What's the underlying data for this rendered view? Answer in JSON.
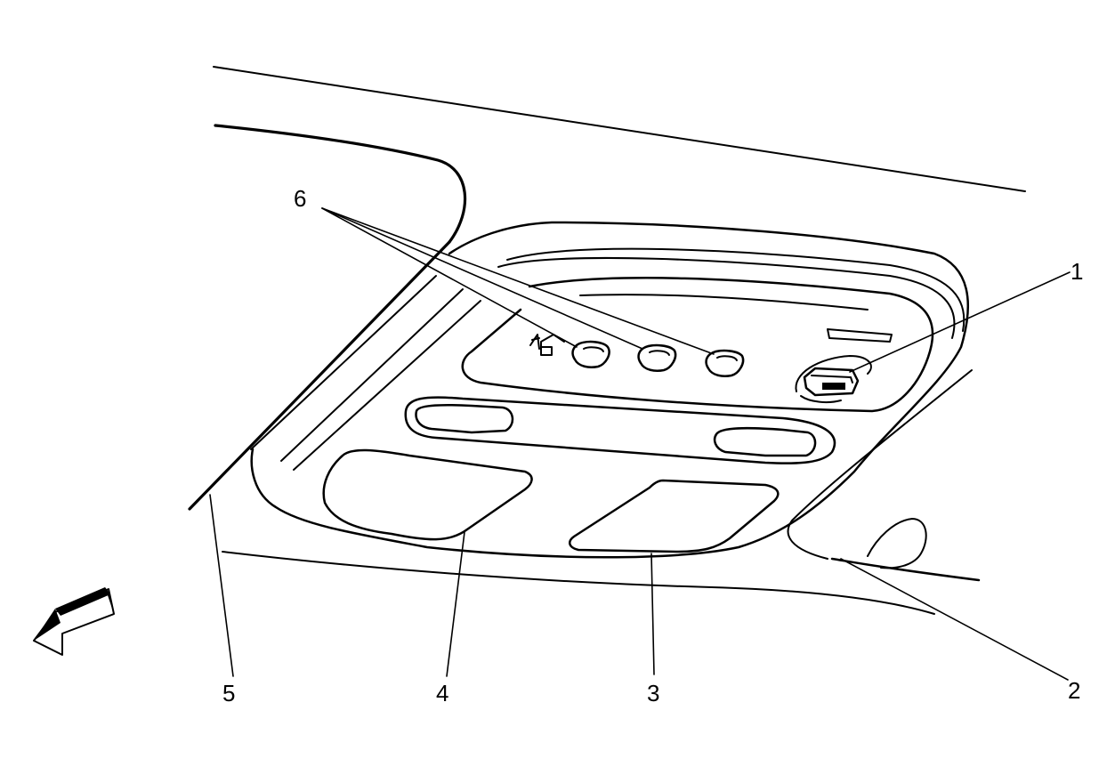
{
  "callouts": [
    {
      "id": "1",
      "label": "1"
    },
    {
      "id": "2",
      "label": "2"
    },
    {
      "id": "3",
      "label": "3"
    },
    {
      "id": "4",
      "label": "4"
    },
    {
      "id": "5",
      "label": "5"
    },
    {
      "id": "6",
      "label": "6"
    }
  ],
  "icons": {
    "direction_arrow": "front-direction-arrow-icon",
    "garage_symbol": "garage-door-icon"
  }
}
